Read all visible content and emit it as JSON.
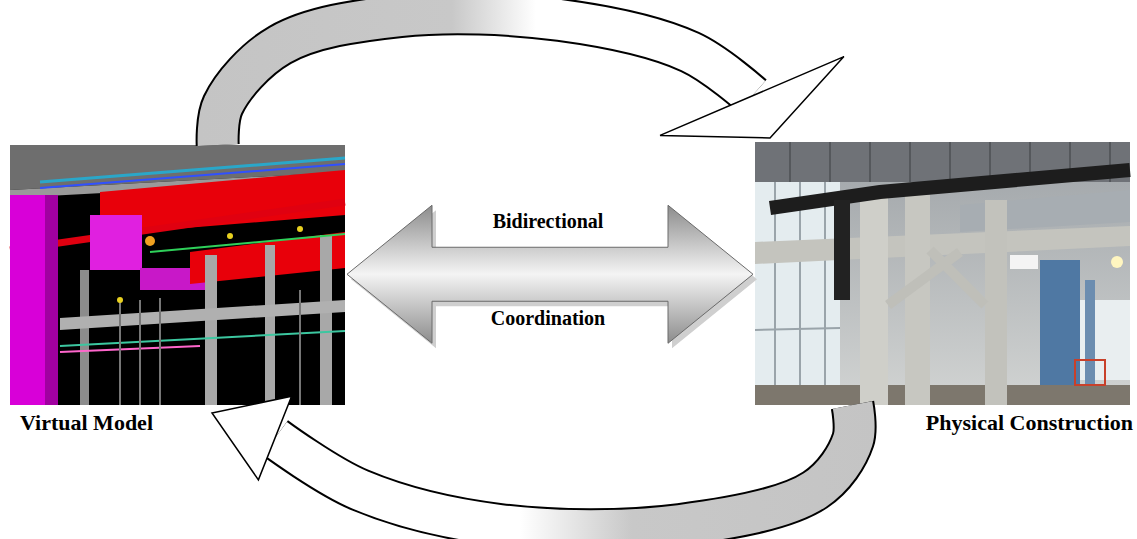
{
  "diagram": {
    "nodes": [
      {
        "text": [
          "Virtual Model"
        ]
      },
      {
        "text": [
          "Physical Construction"
        ]
      }
    ],
    "edges": [
      {
        "from": 0,
        "to": 1,
        "arrow": "to"
      },
      {
        "from": 0,
        "to": 1,
        "arrow": "both",
        "label": "Bidirectional"
      },
      {
        "from": 1,
        "to": 0,
        "arrow": "to"
      }
    ],
    "labels": [
      "Coordination"
    ]
  }
}
